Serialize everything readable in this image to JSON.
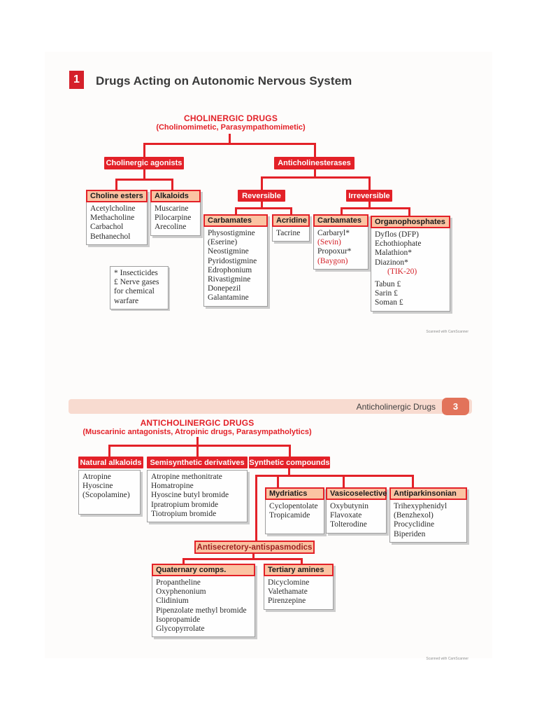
{
  "page": {
    "chapter_number": "1",
    "chapter_title": "Drugs Acting on Autonomic Nervous System",
    "scan_watermark_top": "Scanned with CamScanner",
    "scan_watermark_bottom": "Scanned with CamScanner"
  },
  "header_bar": {
    "label": "Anticholinergic Drugs",
    "page_number": "3"
  },
  "colors": {
    "red": "#e32128",
    "peach_header": "#fbc3a2",
    "bar_bg": "#f8dbd0",
    "badge_bg": "#e2735a"
  },
  "cholinergic": {
    "title": "CHOLINERGIC DRUGS",
    "subtitle": "(Cholinomimetic, Parasympathomimetic)",
    "agonists_label": "Cholinergic agonists",
    "anticholinesterases_label": "Anticholinesterases",
    "reversible_label": "Reversible",
    "irreversible_label": "Irreversible",
    "choline_esters": {
      "header": "Choline esters",
      "items": [
        "Acetylcholine",
        "Methacholine",
        "Carbachol",
        "Bethanechol"
      ]
    },
    "alkaloids": {
      "header": "Alkaloids",
      "items": [
        "Muscarine",
        "Pilocarpine",
        "Arecoline"
      ]
    },
    "carbamates_reversible": {
      "header": "Carbamates",
      "items": [
        "Physostigmine",
        "(Eserine)",
        "Neostigmine",
        "Pyridostigmine",
        "Edrophonium",
        "Rivastigmine",
        "Donepezil",
        "Galantamine"
      ]
    },
    "acridine": {
      "header": "Acridine",
      "items": [
        "Tacrine"
      ]
    },
    "carbamates_irreversible": {
      "header": "Carbamates",
      "items": [
        "Carbaryl*",
        {
          "t": "(Sevin)",
          "red": true
        },
        "Propoxur*",
        {
          "t": "(Baygon)",
          "red": true
        }
      ]
    },
    "organophosphates": {
      "header": "Organophosphates",
      "items": [
        "Dyflos (DFP)",
        "Echothiophate",
        "Malathion*",
        "Diazinon*",
        {
          "t": "(TIK-20)",
          "red": true,
          "indent": true
        },
        {
          "t": "Tabun £",
          "gap": true
        },
        "Sarin £",
        "Soman £"
      ]
    },
    "footnote_lines": [
      "* Insecticides",
      "£ Nerve gases",
      "for chemical",
      "warfare"
    ]
  },
  "anticholinergic": {
    "title": "ANTICHOLINERGIC DRUGS",
    "subtitle": "(Muscarinic antagonists, Atropinic drugs, Parasympatholytics)",
    "natural_label": "Natural alkaloids",
    "semisynthetic_label": "Semisynthetic derivatives",
    "synthetic_label": "Synthetic compounds",
    "antisecretory_label": "Antisecretory-antispasmodics",
    "natural_items": [
      "Atropine",
      "Hyoscine",
      "(Scopolamine)"
    ],
    "semisynthetic_items": [
      "Atropine methonitrate",
      "Homatropine",
      "Hyoscine butyl bromide",
      "Ipratropium bromide",
      "Tiotropium bromide"
    ],
    "mydriatics": {
      "header": "Mydriatics",
      "items": [
        "Cyclopentolate",
        "Tropicamide"
      ]
    },
    "vasicoselective": {
      "header": "Vasicoselective",
      "items": [
        "Oxybutynin",
        "Flavoxate",
        "Tolterodine"
      ]
    },
    "antiparkinsonian": {
      "header": "Antiparkinsonian",
      "items": [
        "Trihexyphenidyl",
        "(Benzhexol)",
        "Procyclidine",
        "Biperiden"
      ]
    },
    "quaternary": {
      "header": "Quaternary comps.",
      "items": [
        "Propantheline",
        "Oxyphenonium",
        "Clidinium",
        "Pipenzolate methyl bromide",
        "Isopropamide",
        "Glycopyrrolate"
      ]
    },
    "tertiary": {
      "header": "Tertiary amines",
      "items": [
        "Dicyclomine",
        "Valethamate",
        "Pirenzepine"
      ]
    }
  }
}
